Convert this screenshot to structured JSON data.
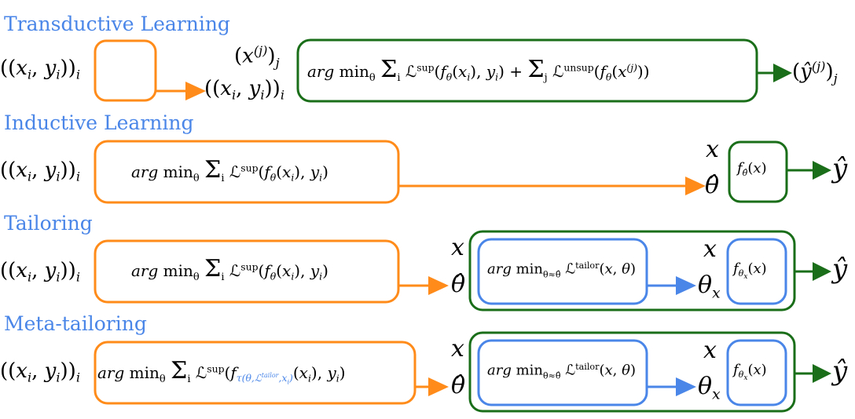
{
  "colors": {
    "orange": "#ff8c1a",
    "green": "#1a6e1a",
    "blue": "#4a86e8",
    "title_blue": "#4a86e8"
  },
  "sections": [
    {
      "title": "Transductive Learning",
      "input": "((xi, yi))i",
      "formula": "arg minθ Σi Lsup(fθ(xi), yi) + Σj Lunsup(fθ(x(j)))",
      "labels": [
        "(x(j))j",
        "((xi, yi))i"
      ],
      "output": "(ŷ(j))j"
    },
    {
      "title": "Inductive Learning",
      "input": "((xi, yi))i",
      "formula": "arg minθ Σi Lsup(fθ(xi), yi)",
      "labels": [
        "x",
        "θ̂"
      ],
      "model": "fθ̂(x)",
      "output": "ŷ"
    },
    {
      "title": "Tailoring",
      "input": "((xi, yi))i",
      "formula": "arg minθ Σi Lsup(fθ(xi), yi)",
      "labels": [
        "x",
        "θ̂",
        "x",
        "θx"
      ],
      "inner_formula": "arg minθ≈θ̂ Ltailor(x, θ)",
      "model": "fθx(x)",
      "output": "ŷ"
    },
    {
      "title": "Meta-tailoring",
      "input": "((xi, yi))i",
      "formula": "arg minθ Σi Lsup(fτ(θ,Ltailor,xi)(xi), yi)",
      "labels": [
        "x",
        "θ̂",
        "x",
        "θx"
      ],
      "inner_formula": "arg minθ≈θ̂ Ltailor(x, θ)",
      "model": "fθx(x)",
      "output": "ŷ"
    }
  ]
}
